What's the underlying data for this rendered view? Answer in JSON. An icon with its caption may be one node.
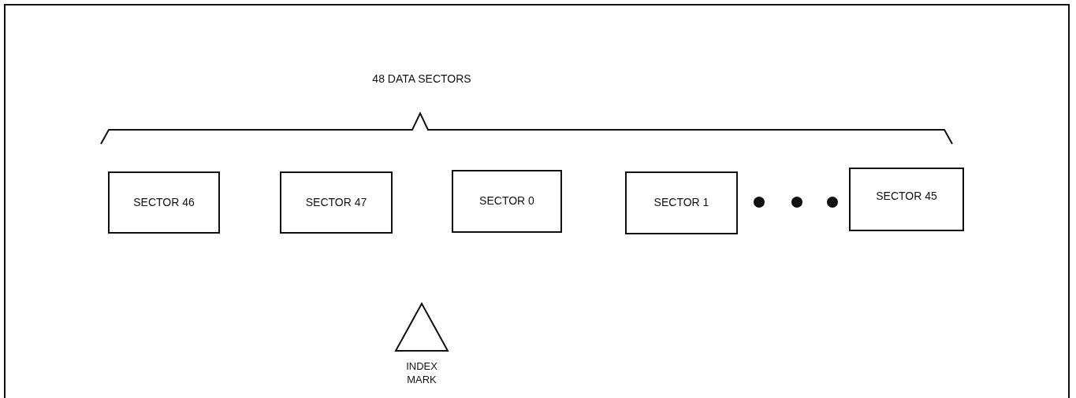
{
  "diagram": {
    "nodes": [
      {
        "text": [
          "SECTOR 46"
        ]
      },
      {
        "text": [
          "SECTOR 47"
        ]
      },
      {
        "text": [
          "SECTOR 0"
        ]
      },
      {
        "text": [
          "SECTOR 1"
        ]
      },
      {
        "text": [
          "SECTOR 45"
        ]
      },
      {
        "text": [
          "INDEX MARK"
        ]
      }
    ],
    "labels": [
      "48 DATA SECTORS"
    ]
  }
}
